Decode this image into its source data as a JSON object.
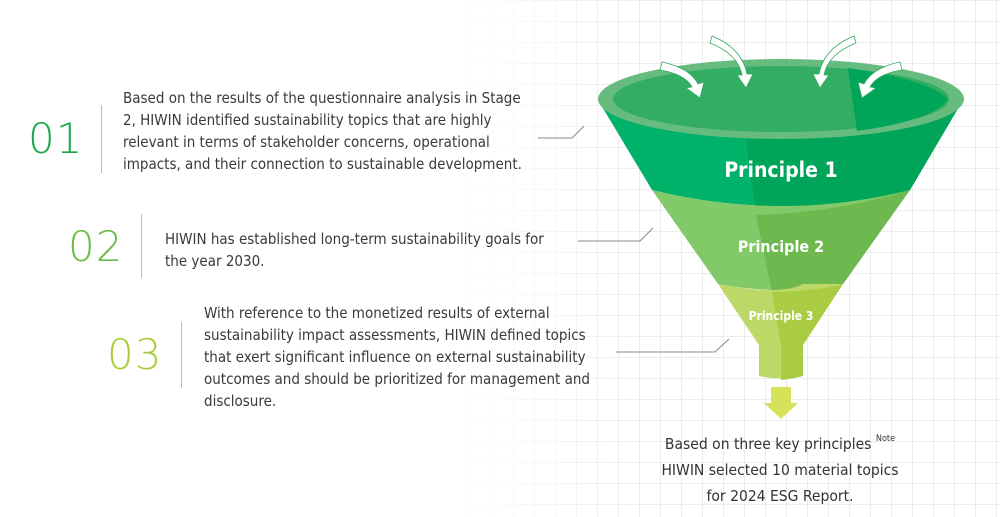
{
  "items": [
    {
      "number": "01",
      "text": "Based on the results of the questionnaire analysis in Stage 2, HIWIN identified sustainability topics that are highly relevant in terms of stakeholder concerns, operational impacts, and their connection to sustainable development.",
      "color": "#1aa84b"
    },
    {
      "number": "02",
      "text": "HIWIN has established long-term sustainability goals for the year 2030.",
      "color": "#6dbb45"
    },
    {
      "number": "03",
      "text": "With reference to the monetized results of external sustainability impact assessments, HIWIN defined topics that exert significant influence on external sustainability outcomes and should be prioritized for management and disclosure.",
      "color": "#a8cc3a"
    }
  ],
  "funnel": {
    "principle1": "Principle 1",
    "principle2": "Principle 2",
    "principle3": "Principle 3"
  },
  "result": {
    "line1": "Based on three key principles",
    "note": "Note",
    "line2": "HIWIN selected 10 material topics",
    "line3": "for 2024 ESG Report."
  }
}
